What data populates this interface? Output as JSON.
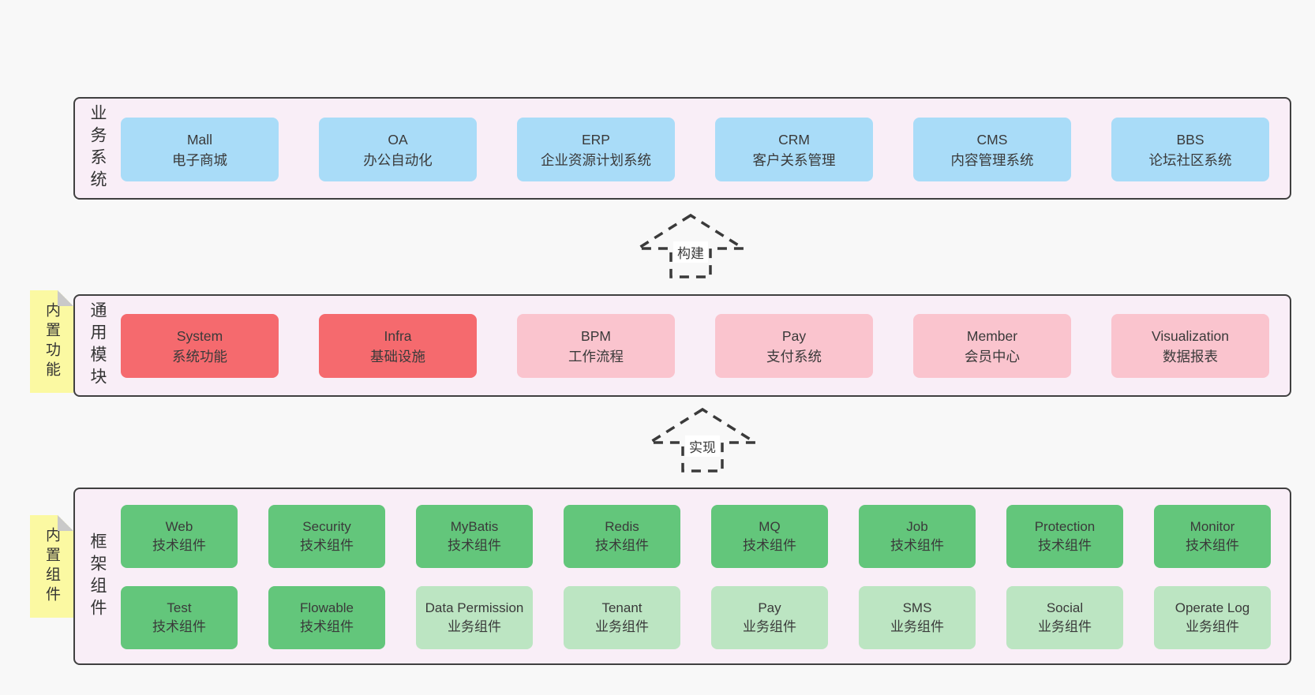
{
  "palette": {
    "page_bg": "#f8f8f8",
    "layer_bg": "#f9eef7",
    "layer_border": "#404040",
    "text": "#363636",
    "blue": "#a9dcf8",
    "red": "#f56a6e",
    "pink": "#fac4ce",
    "green": "#63c67b",
    "green_light": "#bce5c2",
    "note_yellow": "#fbf9a2",
    "note_fold": "#c9c9c9"
  },
  "arrows": [
    {
      "label": "构建"
    },
    {
      "label": "实现"
    }
  ],
  "layers": [
    {
      "label": "业务系统",
      "boxes": [
        {
          "title": "Mall",
          "subtitle": "电子商城",
          "variant": "blue"
        },
        {
          "title": "OA",
          "subtitle": "办公自动化",
          "variant": "blue"
        },
        {
          "title": "ERP",
          "subtitle": "企业资源计划系统",
          "variant": "blue"
        },
        {
          "title": "CRM",
          "subtitle": "客户关系管理",
          "variant": "blue"
        },
        {
          "title": "CMS",
          "subtitle": "内容管理系统",
          "variant": "blue"
        },
        {
          "title": "BBS",
          "subtitle": "论坛社区系统",
          "variant": "blue"
        }
      ]
    },
    {
      "label": "通用模块",
      "note": "内置功能",
      "boxes": [
        {
          "title": "System",
          "subtitle": "系统功能",
          "variant": "red"
        },
        {
          "title": "Infra",
          "subtitle": "基础设施",
          "variant": "red"
        },
        {
          "title": "BPM",
          "subtitle": "工作流程",
          "variant": "pink"
        },
        {
          "title": "Pay",
          "subtitle": "支付系统",
          "variant": "pink"
        },
        {
          "title": "Member",
          "subtitle": "会员中心",
          "variant": "pink"
        },
        {
          "title": "Visualization",
          "subtitle": "数据报表",
          "variant": "pink"
        }
      ]
    },
    {
      "label": "框架组件",
      "note": "内置组件",
      "boxes": [
        {
          "title": "Web",
          "subtitle": "技术组件",
          "variant": "green"
        },
        {
          "title": "Security",
          "subtitle": "技术组件",
          "variant": "green"
        },
        {
          "title": "MyBatis",
          "subtitle": "技术组件",
          "variant": "green"
        },
        {
          "title": "Redis",
          "subtitle": "技术组件",
          "variant": "green"
        },
        {
          "title": "MQ",
          "subtitle": "技术组件",
          "variant": "green"
        },
        {
          "title": "Job",
          "subtitle": "技术组件",
          "variant": "green"
        },
        {
          "title": "Protection",
          "subtitle": "技术组件",
          "variant": "green"
        },
        {
          "title": "Monitor",
          "subtitle": "技术组件",
          "variant": "green"
        },
        {
          "title": "Test",
          "subtitle": "技术组件",
          "variant": "green"
        },
        {
          "title": "Flowable",
          "subtitle": "技术组件",
          "variant": "green"
        },
        {
          "title": "Data Permission",
          "subtitle": "业务组件",
          "variant": "green-light"
        },
        {
          "title": "Tenant",
          "subtitle": "业务组件",
          "variant": "green-light"
        },
        {
          "title": "Pay",
          "subtitle": "业务组件",
          "variant": "green-light"
        },
        {
          "title": "SMS",
          "subtitle": "业务组件",
          "variant": "green-light"
        },
        {
          "title": "Social",
          "subtitle": "业务组件",
          "variant": "green-light"
        },
        {
          "title": "Operate Log",
          "subtitle": "业务组件",
          "variant": "green-light"
        }
      ]
    }
  ]
}
